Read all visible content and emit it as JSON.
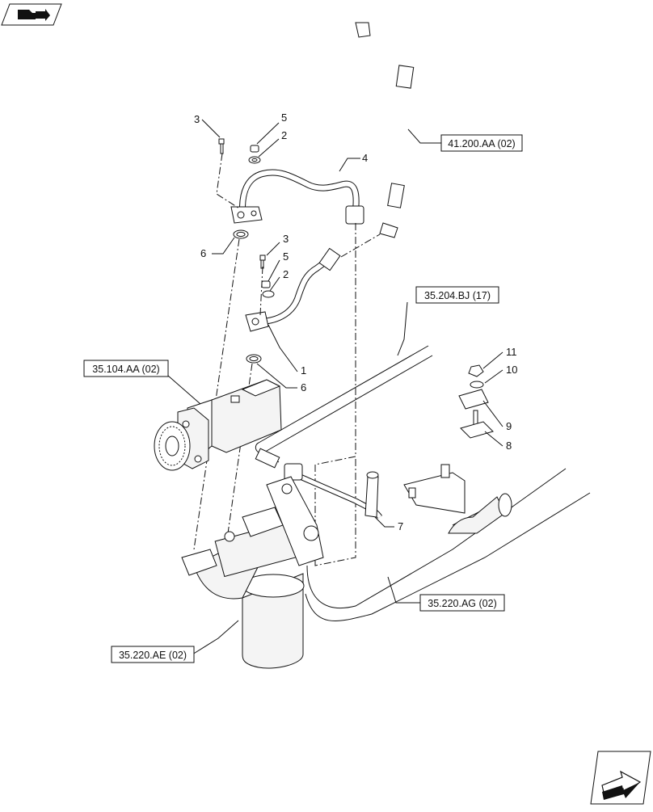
{
  "callouts": [
    {
      "id": "c3a",
      "label": "3"
    },
    {
      "id": "c5a",
      "label": "5"
    },
    {
      "id": "c2a",
      "label": "2"
    },
    {
      "id": "c4",
      "label": "4"
    },
    {
      "id": "c6a",
      "label": "6"
    },
    {
      "id": "c3b",
      "label": "3"
    },
    {
      "id": "c5b",
      "label": "5"
    },
    {
      "id": "c2b",
      "label": "2"
    },
    {
      "id": "c1",
      "label": "1"
    },
    {
      "id": "c6b",
      "label": "6"
    },
    {
      "id": "c11",
      "label": "11"
    },
    {
      "id": "c10",
      "label": "10"
    },
    {
      "id": "c9",
      "label": "9"
    },
    {
      "id": "c8",
      "label": "8"
    },
    {
      "id": "c7",
      "label": "7"
    }
  ],
  "references": [
    {
      "id": "r41200",
      "label": "41.200.AA (02)"
    },
    {
      "id": "r35204",
      "label": "35.204.BJ (17)"
    },
    {
      "id": "r35104",
      "label": "35.104.AA (02)"
    },
    {
      "id": "r35220ag",
      "label": "35.220.AG (02)"
    },
    {
      "id": "r35220ae",
      "label": "35.220.AE (02)"
    }
  ],
  "icons": {
    "top_left": "book-arrow-icon",
    "bottom_right": "next-page-arrow-icon"
  }
}
